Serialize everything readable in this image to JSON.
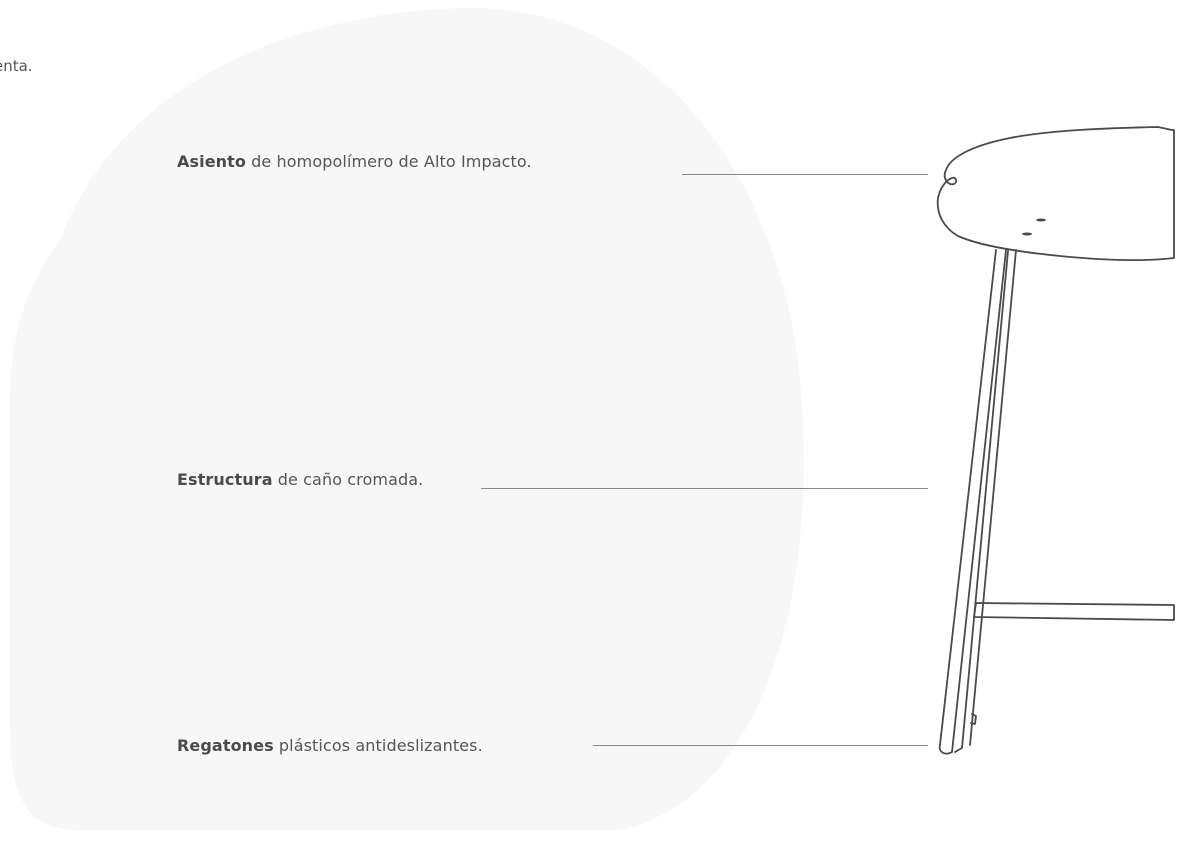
{
  "intro": {
    "fragment": "enta."
  },
  "callouts": [
    {
      "strong": "Asiento",
      "text": " de homopolímero de Alto Impacto."
    },
    {
      "strong": "Estructura",
      "text": " de caño cromada."
    },
    {
      "strong": "Regatones",
      "text": " plásticos antideslizantes."
    }
  ],
  "colors": {
    "background": "#ffffff",
    "blob": "#f7f7f7",
    "text": "#555555",
    "line": "#8a8a8a",
    "stroke": "#4a4a4a"
  }
}
